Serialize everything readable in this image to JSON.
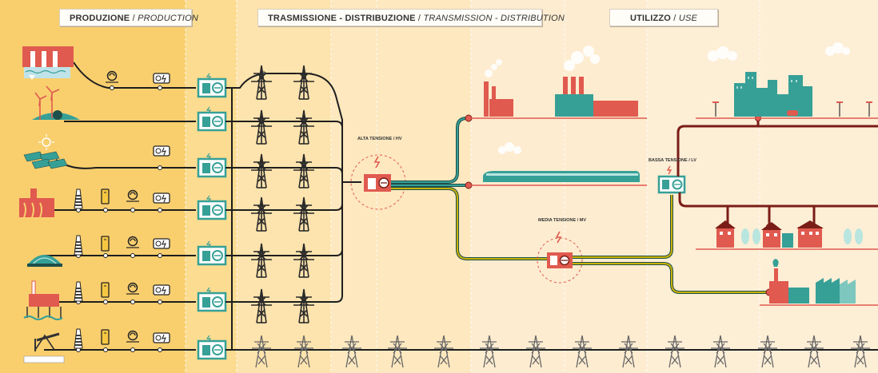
{
  "headers": {
    "production": {
      "main": "PRODUZIONE",
      "sep": " / ",
      "en": "PRODUCTION"
    },
    "transmission": {
      "main": "TRASMISSIONE - DISTRIBUZIONE",
      "sep": " / ",
      "en": "TRANSMISSION - DISTRIBUTION"
    },
    "use": {
      "main": "UTILIZZO",
      "sep": " / ",
      "en": "USE"
    }
  },
  "labels": {
    "hv": "ALTA TENSIONE / HV",
    "mv": "MEDIA TENSIONE / MV",
    "lv": "BASSA TENSIONE / LV"
  },
  "sources": [
    "hydro-plant",
    "wind-farm",
    "solar-farm",
    "thermal-plant",
    "biogas-plant",
    "offshore-platform",
    "oil-well"
  ],
  "colors": {
    "production_bg": "#f9cf6e",
    "transmission_bg": "#fde3ad",
    "distribution_bg": "#fdecd0",
    "use_bg": "#fdeed6",
    "teal": "#36a097",
    "red": "#e05a4f",
    "dark_red": "#7a1d16",
    "olive": "#c9b200",
    "line": "#1e1e1e"
  }
}
